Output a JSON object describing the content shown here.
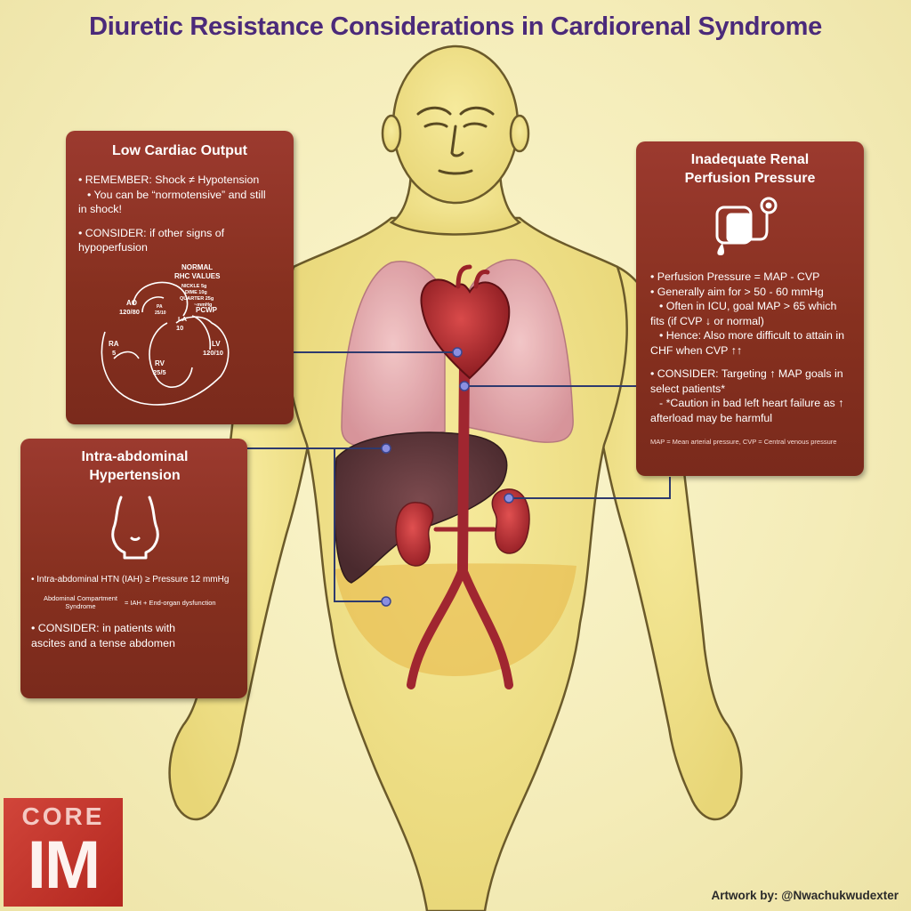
{
  "title": "Diuretic Resistance Considerations in Cardiorenal Syndrome",
  "cards": {
    "low_cardiac_output": {
      "heading": "Low Cardiac Output",
      "line1": "• REMEMBER: Shock ≠ Hypotension",
      "line2": "• You can be “normotensive” and still",
      "line3": "in shock!",
      "line4": "• CONSIDER: if other signs of",
      "line5": "hypoperfusion",
      "diagram": {
        "normal_title_1": "NORMAL",
        "normal_title_2": "RHC VALUES",
        "nickle": "NICKLE 5g",
        "dime": "DIME 10g",
        "quarter": "QUARTER 25g",
        "mmhg": "~mmHg",
        "ao": "AO",
        "ao_val": "120/80",
        "pa": "PA",
        "pa_val": "25/10",
        "pcwp": "PCWP",
        "la": "LA",
        "la_val": "10",
        "ra": "RA",
        "ra_val": "5",
        "lv": "LV",
        "lv_val": "120/10",
        "rv": "RV",
        "rv_val": "25/5"
      }
    },
    "renal_perfusion": {
      "heading_1": "Inadequate Renal",
      "heading_2": "Perfusion Pressure",
      "line1": "• Perfusion Pressure = MAP - CVP",
      "line2": "• Generally aim for > 50 - 60 mmHg",
      "line3": "• Often in ICU, goal MAP > 65 which",
      "line4": "fits (if CVP ↓ or normal)",
      "line5": "• Hence: Also more difficult to attain in",
      "line6": "CHF when CVP ↑↑",
      "line7": "• CONSIDER: Targeting ↑ MAP goals in",
      "line8": "select patients*",
      "line9": "- *Caution in bad left heart failure as ↑",
      "line10": "afterload may be harmful",
      "footnote": "MAP = Mean arterial pressure, CVP = Central venous pressure"
    },
    "intra_abdominal": {
      "heading_1": "Intra-abdominal",
      "heading_2": "Hypertension",
      "line1": "• Intra-abdominal HTN (IAH) ≥ Pressure 12 mmHg",
      "acs_1": "Abdominal Compartment",
      "acs_2": "Syndrome",
      "acs_def": "= IAH + End-organ dysfunction",
      "line2": "• CONSIDER: in patients with",
      "line3": "ascites and a tense abdomen"
    }
  },
  "logo": {
    "core": "CORE",
    "im": "IM"
  },
  "credit": "Artwork by: @Nwachukwudexter",
  "colors": {
    "title": "#4b2a7a",
    "card": "#8e3426",
    "connector": "#8b8fe0",
    "skin": "#f2e38d",
    "background": "#f6efc2"
  }
}
